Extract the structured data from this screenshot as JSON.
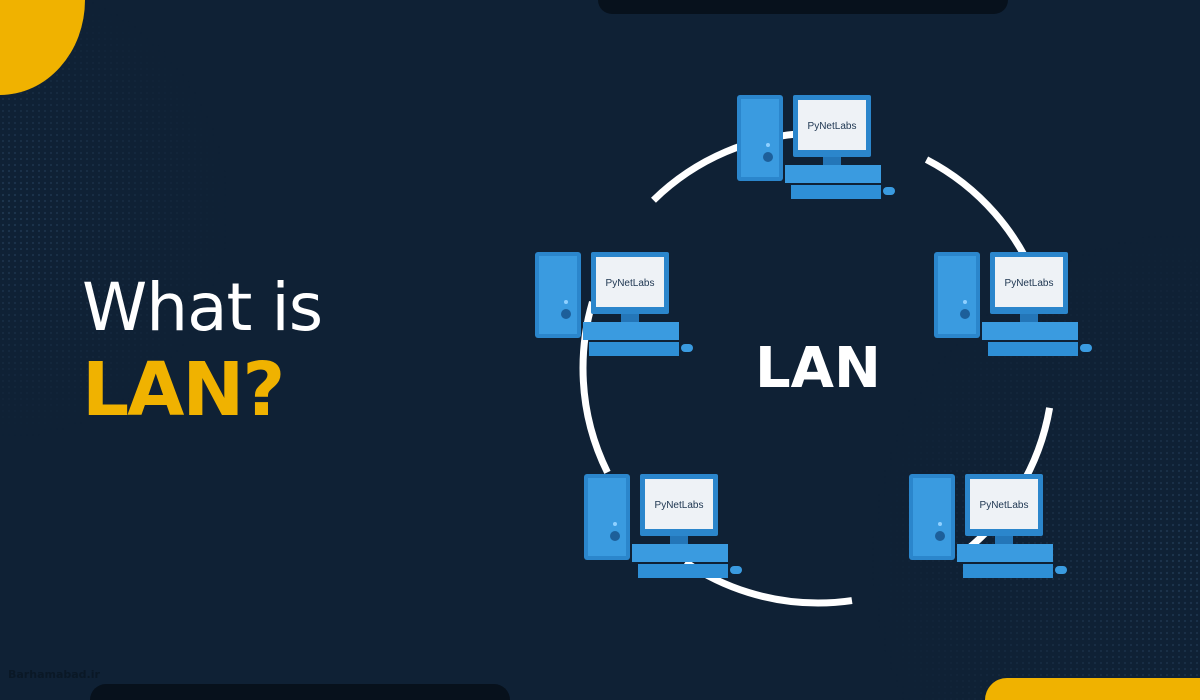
{
  "heading": {
    "line1": "What is",
    "line2": "LAN?"
  },
  "center_label": "LAN",
  "computers": [
    {
      "position": "top",
      "screen_brand": "PyNetLabs"
    },
    {
      "position": "left",
      "screen_brand": "PyNetLabs"
    },
    {
      "position": "right",
      "screen_brand": "PyNetLabs"
    },
    {
      "position": "bottom-left",
      "screen_brand": "PyNetLabs"
    },
    {
      "position": "bottom-right",
      "screen_brand": "PyNetLabs"
    }
  ],
  "watermark": "Barhamabad.ir",
  "colors": {
    "background": "#0f2135",
    "accent": "#f0b200",
    "computer": "#2e8fd6",
    "ring": "#ffffff"
  }
}
